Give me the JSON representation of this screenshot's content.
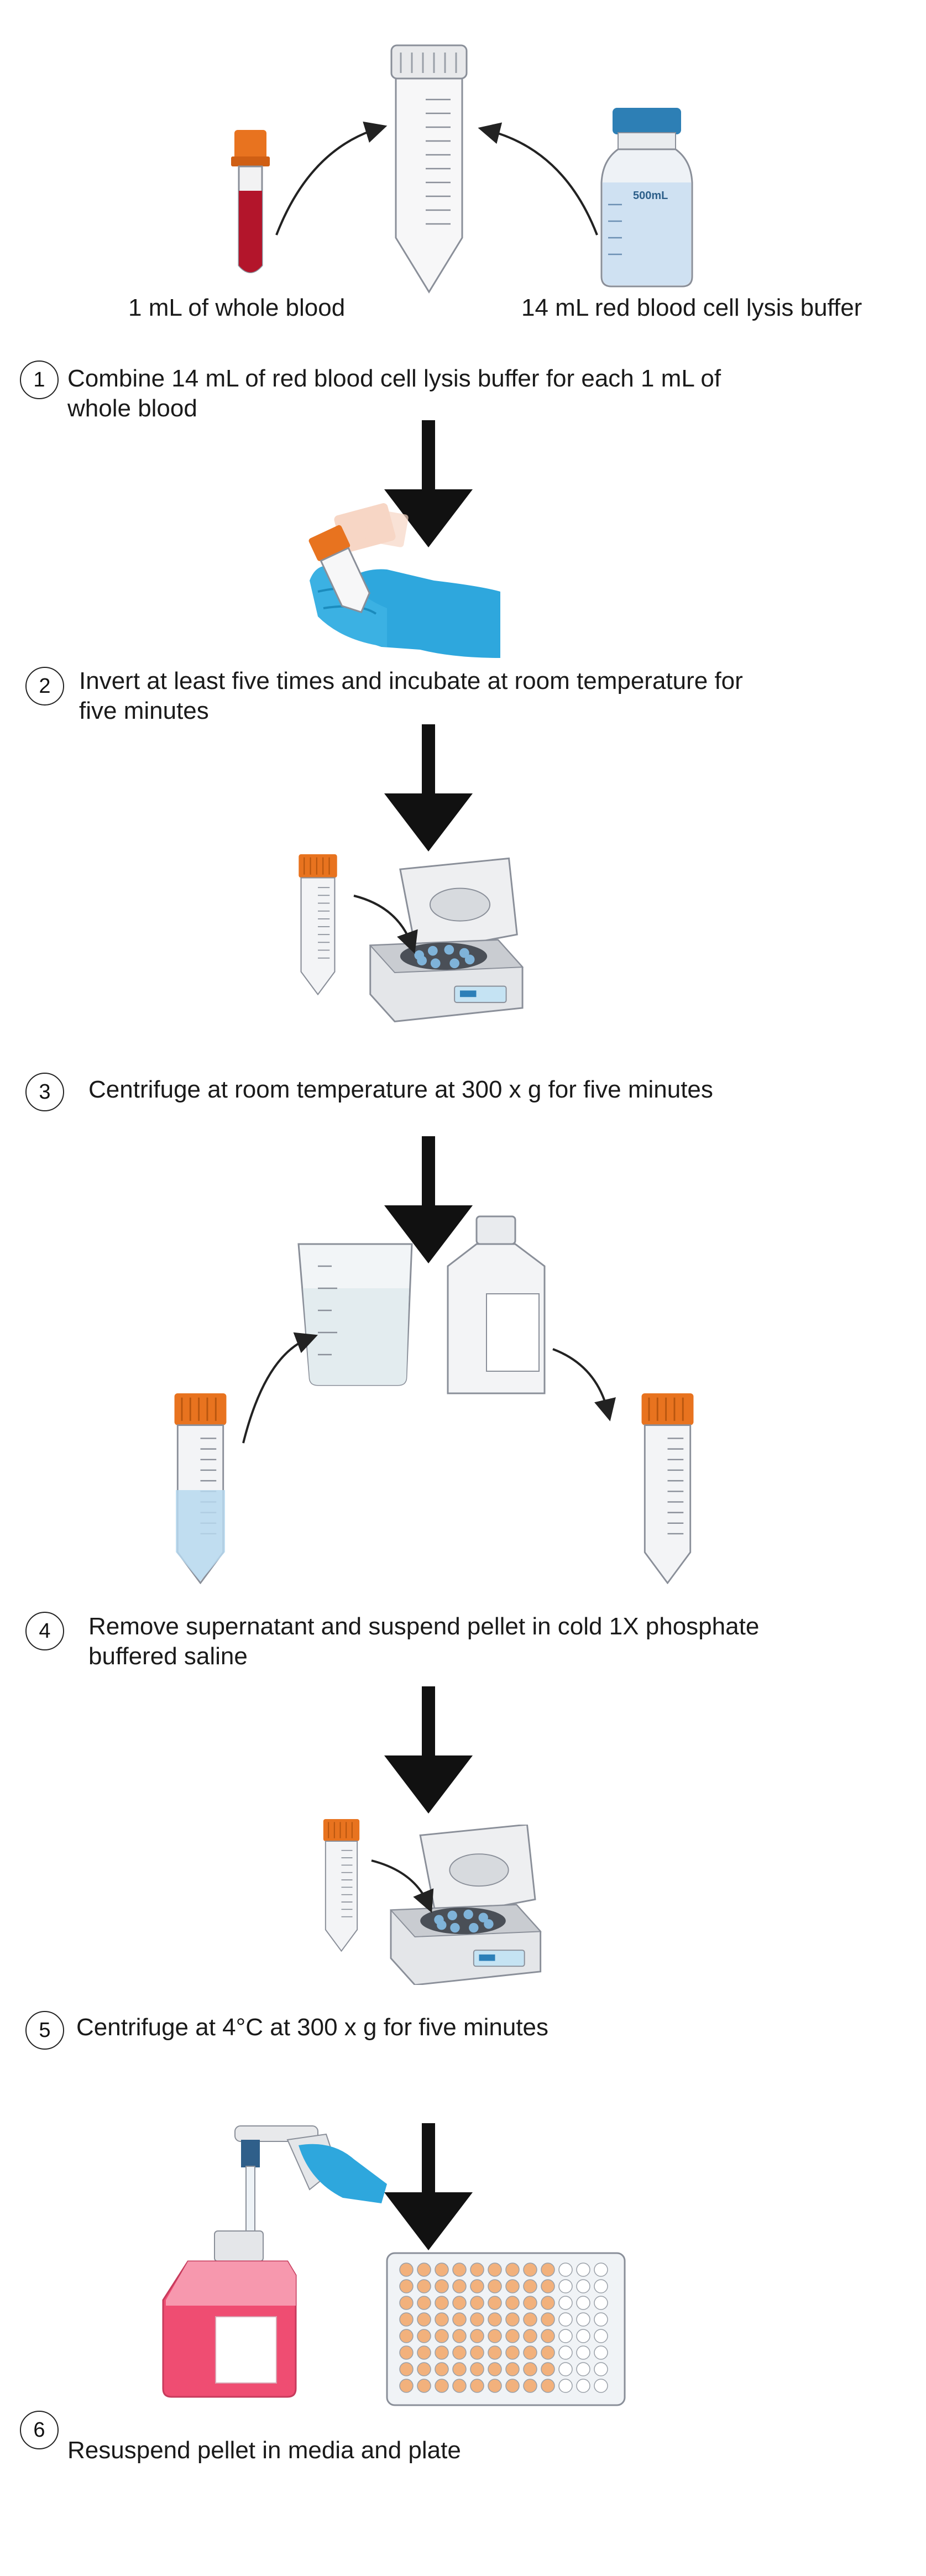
{
  "labels": {
    "whole_blood": "1 mL of whole blood",
    "lysis_buffer": "14 mL red blood cell lysis buffer"
  },
  "steps": [
    {
      "number": "1",
      "text": "Combine 14  mL of red blood cell lysis buffer for each 1 mL of whole blood"
    },
    {
      "number": "2",
      "text": "Invert at least five times and incubate at room temperature for five minutes"
    },
    {
      "number": "3",
      "text": "Centrifuge at room temperature at 300 x g for five minutes"
    },
    {
      "number": "4",
      "text": "Remove supernatant and suspend pellet in cold 1X phosphate buffered saline"
    },
    {
      "number": "5",
      "text": "Centrifuge at 4°C at 300 x g for five minutes"
    },
    {
      "number": "6",
      "text": "Resuspend pellet in media and plate"
    }
  ],
  "bottle_label": "500mL",
  "colors": {
    "orange_cap": "#e8731f",
    "blood_red": "#b3152b",
    "lysis_blue": "#cfe1f2",
    "glove_blue": "#2ea7dd",
    "media_pink": "#ef4d72",
    "well_orange": "#f2b17c",
    "arrow_black": "#111111"
  }
}
